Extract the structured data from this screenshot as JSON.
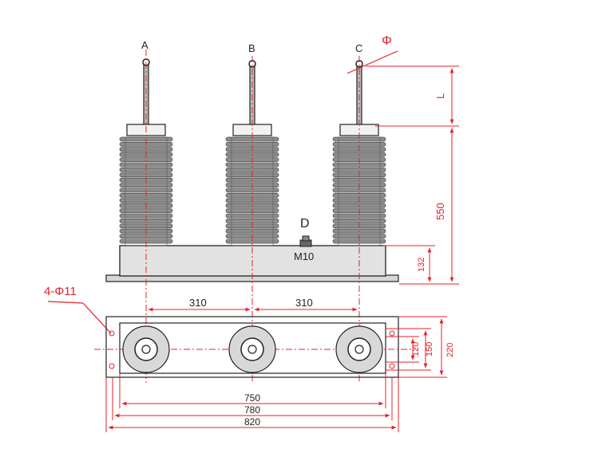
{
  "phases": [
    "A",
    "B",
    "C"
  ],
  "phi_label": "Φ",
  "dim_L": "L",
  "dim_550": "550",
  "dim_132": "132",
  "ground_label": "D",
  "bolt_label": "M10",
  "holes_label": "4-Φ11",
  "spacing": [
    "310",
    "310"
  ],
  "plan_widths": [
    "750",
    "780",
    "820"
  ],
  "plan_depths": [
    "120",
    "150",
    "220"
  ],
  "colors": {
    "line": "#222222",
    "dim": "#e8202a",
    "fill": "#8c8c8c",
    "base": "#d6d6d6"
  }
}
